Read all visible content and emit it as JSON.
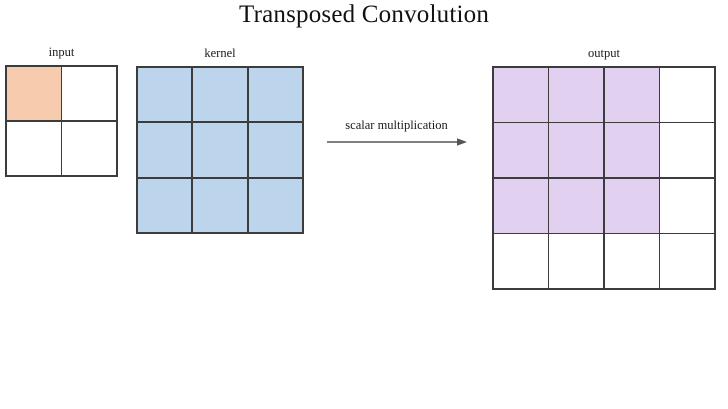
{
  "figure": {
    "title": "Transposed Convolution",
    "background_color": "#ffffff",
    "line_color": "#3c3c3c"
  },
  "colors": {
    "input_highlight": "#f7cbae",
    "kernel_fill": "#bcd4ec",
    "output_fill": "#e2d0f0",
    "empty_cell": "#ffffff",
    "grid_line": "#3c3c3c",
    "text": "#1a1a1a",
    "arrow": "#555555"
  },
  "input": {
    "label": "input",
    "rows": 2,
    "cols": 2,
    "cell_size": 56,
    "cells": [
      [
        "#f7cbae",
        "#ffffff"
      ],
      [
        "#ffffff",
        "#ffffff"
      ]
    ]
  },
  "kernel": {
    "label": "kernel",
    "rows": 3,
    "cols": 3,
    "cell_size": 56,
    "cells": [
      [
        "#bcd4ec",
        "#bcd4ec",
        "#bcd4ec"
      ],
      [
        "#bcd4ec",
        "#bcd4ec",
        "#bcd4ec"
      ],
      [
        "#bcd4ec",
        "#bcd4ec",
        "#bcd4ec"
      ]
    ]
  },
  "output": {
    "label": "output",
    "rows": 4,
    "cols": 4,
    "cell_size": 56,
    "cells": [
      [
        "#e2d0f0",
        "#e2d0f0",
        "#e2d0f0",
        "#ffffff"
      ],
      [
        "#e2d0f0",
        "#e2d0f0",
        "#e2d0f0",
        "#ffffff"
      ],
      [
        "#e2d0f0",
        "#e2d0f0",
        "#e2d0f0",
        "#ffffff"
      ],
      [
        "#ffffff",
        "#ffffff",
        "#ffffff",
        "#ffffff"
      ]
    ]
  },
  "operation": {
    "label": "scalar multiplication",
    "direction": "right"
  }
}
